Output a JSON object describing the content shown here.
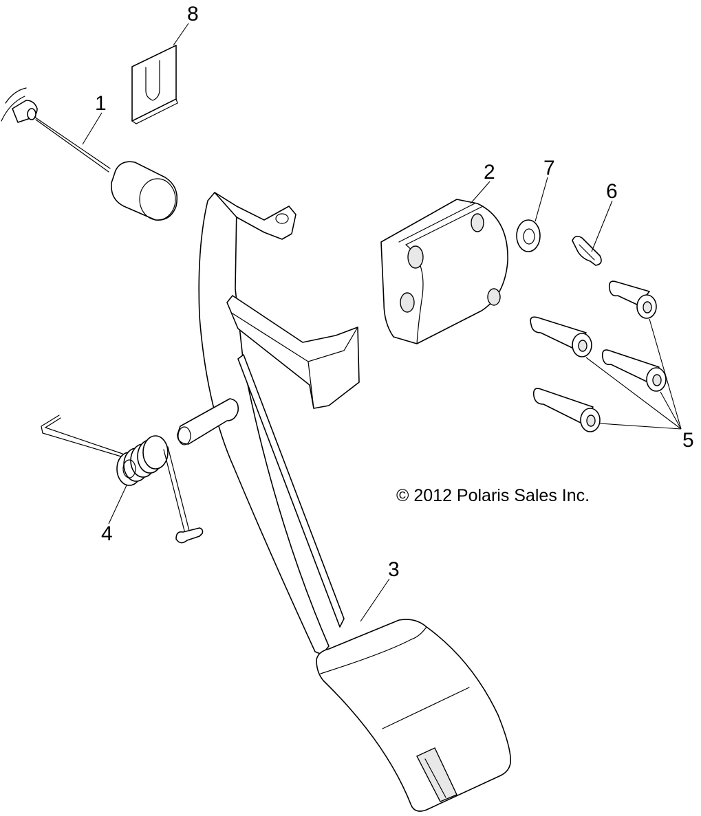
{
  "callouts": [
    {
      "label": "1"
    },
    {
      "label": "2"
    },
    {
      "label": "3"
    },
    {
      "label": "4"
    },
    {
      "label": "5"
    },
    {
      "label": "6"
    },
    {
      "label": "7"
    },
    {
      "label": "8"
    }
  ],
  "copyright": "© 2012 Polaris Sales Inc."
}
